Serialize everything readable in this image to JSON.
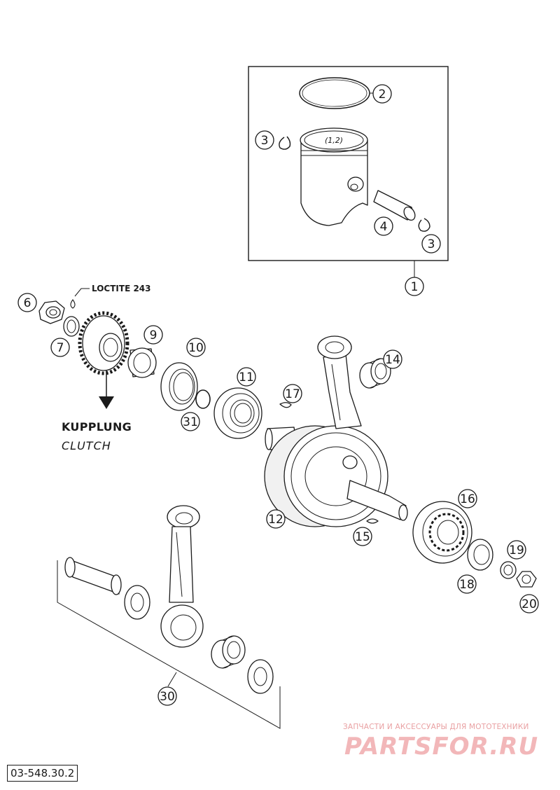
{
  "diagram": {
    "part_number": "03-548.30.2",
    "annotations": {
      "loctite": "LOCTITE 243",
      "kupplung": "KUPPLUNG",
      "clutch": "CLUTCH",
      "piston_marking": "(1,2)"
    },
    "callouts": [
      "1",
      "2",
      "3",
      "3",
      "4",
      "6",
      "7",
      "9",
      "10",
      "11",
      "12",
      "14",
      "15",
      "16",
      "17",
      "18",
      "19",
      "20",
      "30",
      "31"
    ],
    "watermark": {
      "tagline": "ЗАПЧАСТИ И АКСЕССУАРЫ ДЛЯ МОТОТЕХНИКИ",
      "logo": "PARTSFOR.RU"
    },
    "colors": {
      "line": "#1a1a1a",
      "watermark": "#f2b7b9"
    }
  }
}
